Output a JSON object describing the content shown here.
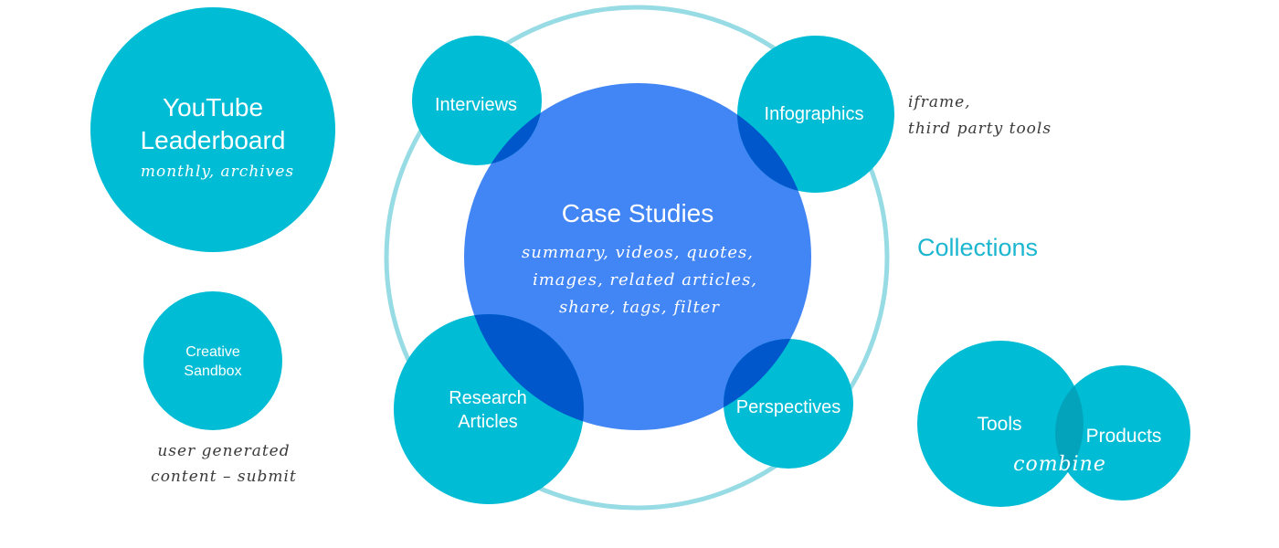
{
  "colors": {
    "teal": "#00BCD4",
    "blue": "#4285F4",
    "overlap": "#0057CC",
    "ring": "#97DBE5",
    "collections_text": "#1CB6D0",
    "note_text": "#3a3a3a"
  },
  "youtube_leaderboard": {
    "title_line1": "YouTube",
    "title_line2": "Leaderboard",
    "note": "monthly, archives"
  },
  "creative_sandbox": {
    "title_line1": "Creative",
    "title_line2": "Sandbox",
    "note_line1": "user generated",
    "note_line2": "content – submit"
  },
  "case_studies": {
    "title": "Case Studies",
    "note_line1": "summary, videos, quotes,",
    "note_line2": "images, related articles,",
    "note_line3": "share, tags, filter"
  },
  "interviews": {
    "title": "Interviews"
  },
  "infographics": {
    "title": "Infographics",
    "note_line1": "iframe,",
    "note_line2": "third party tools"
  },
  "research_articles": {
    "title_line1": "Research",
    "title_line2": "Articles"
  },
  "perspectives": {
    "title": "Perspectives"
  },
  "collections": {
    "label": "Collections"
  },
  "tools": {
    "title": "Tools"
  },
  "products": {
    "title": "Products"
  },
  "combine_note": "combine"
}
